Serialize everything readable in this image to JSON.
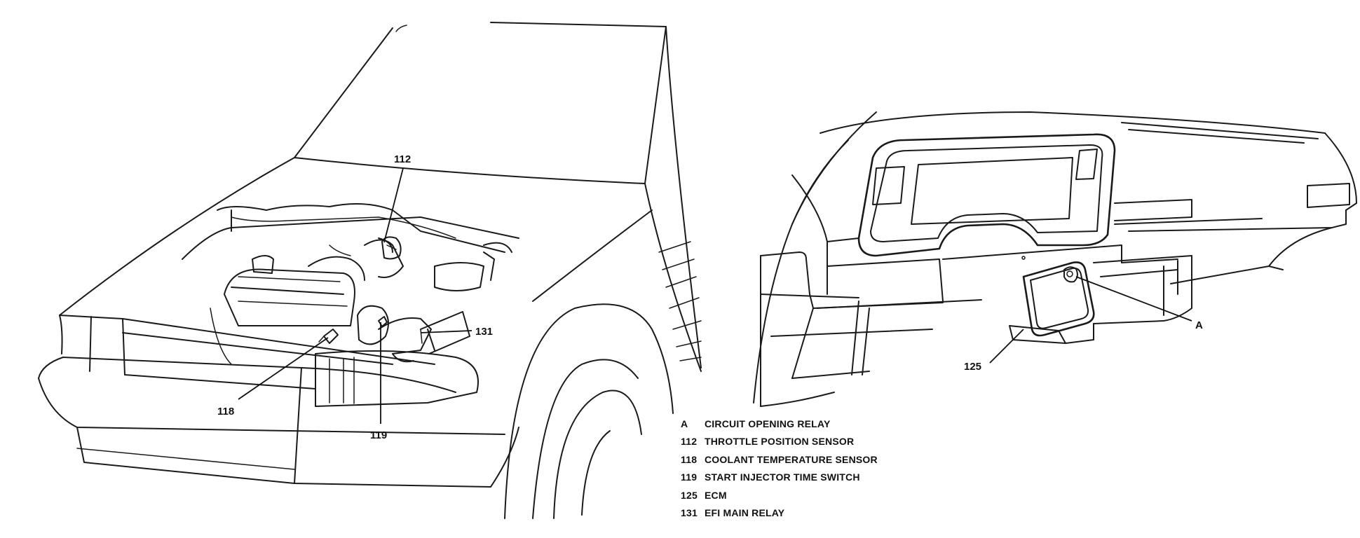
{
  "callouts": {
    "c112": "112",
    "c118": "118",
    "c119": "119",
    "c131": "131",
    "c125": "125",
    "cA": "A"
  },
  "legend": [
    {
      "key": "A",
      "label": "CIRCUIT OPENING RELAY"
    },
    {
      "key": "112",
      "label": "THROTTLE POSITION SENSOR"
    },
    {
      "key": "118",
      "label": "COOLANT TEMPERATURE SENSOR"
    },
    {
      "key": "119",
      "label": "START INJECTOR TIME SWITCH"
    },
    {
      "key": "125",
      "label": "ECM"
    },
    {
      "key": "131",
      "label": "EFI MAIN RELAY"
    }
  ]
}
